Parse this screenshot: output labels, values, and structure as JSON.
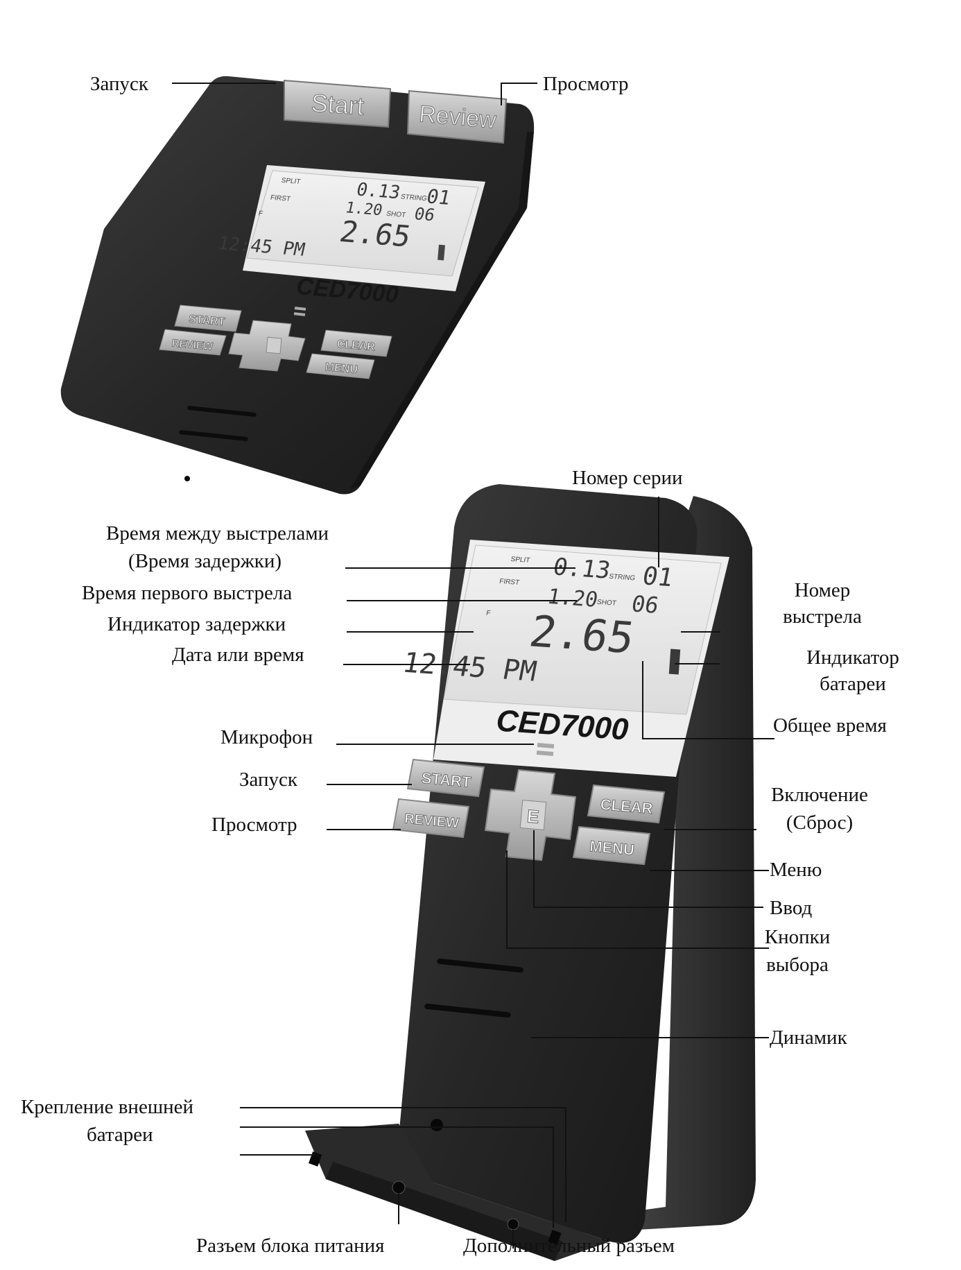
{
  "device": {
    "brand": "CED7000",
    "top_buttons": {
      "start": "Start",
      "review": "Review"
    },
    "front_buttons": {
      "start": "START",
      "review": "REVIEW",
      "clear": "CLEAR",
      "menu": "MENU",
      "enter": "E"
    },
    "display": {
      "split_label": "SPLIT",
      "first_label": "FIRST",
      "f_indicator": "F",
      "split_value": "0.13",
      "string_label": "STRING",
      "string_value": "01",
      "first_value": "1.20",
      "shot_label": "SHOT",
      "shot_value": "06",
      "total_value": "2.65",
      "clock": "12:45 PM"
    }
  },
  "callouts": {
    "top_start": "Запуск",
    "top_review": "Просмотр",
    "string_number": "Номер серии",
    "split_time_line1": "Время между выстрелами",
    "split_time_line2": "(Время задержки)",
    "first_shot_time": "Время первого выстрела",
    "delay_indicator": "Индикатор задержки",
    "date_or_time": "Дата или время",
    "shot_number_line1": "Номер",
    "shot_number_line2": "выстрела",
    "battery_indicator_line1": "Индикатор",
    "battery_indicator_line2": "батареи",
    "total_time": "Общее время",
    "microphone": "Микрофон",
    "start": "Запуск",
    "review": "Просмотр",
    "power_on_line1": "Включение",
    "power_on_line2": "(Сброс)",
    "menu": "Меню",
    "enter": "Ввод",
    "select_buttons_line1": "Кнопки",
    "select_buttons_line2": "выбора",
    "speaker": "Динамик",
    "ext_battery_mount_line1": "Крепление внешней",
    "ext_battery_mount_line2": "батареи",
    "power_jack": "Разъем блока питания",
    "aux_jack": "Дополнительный разъем"
  }
}
